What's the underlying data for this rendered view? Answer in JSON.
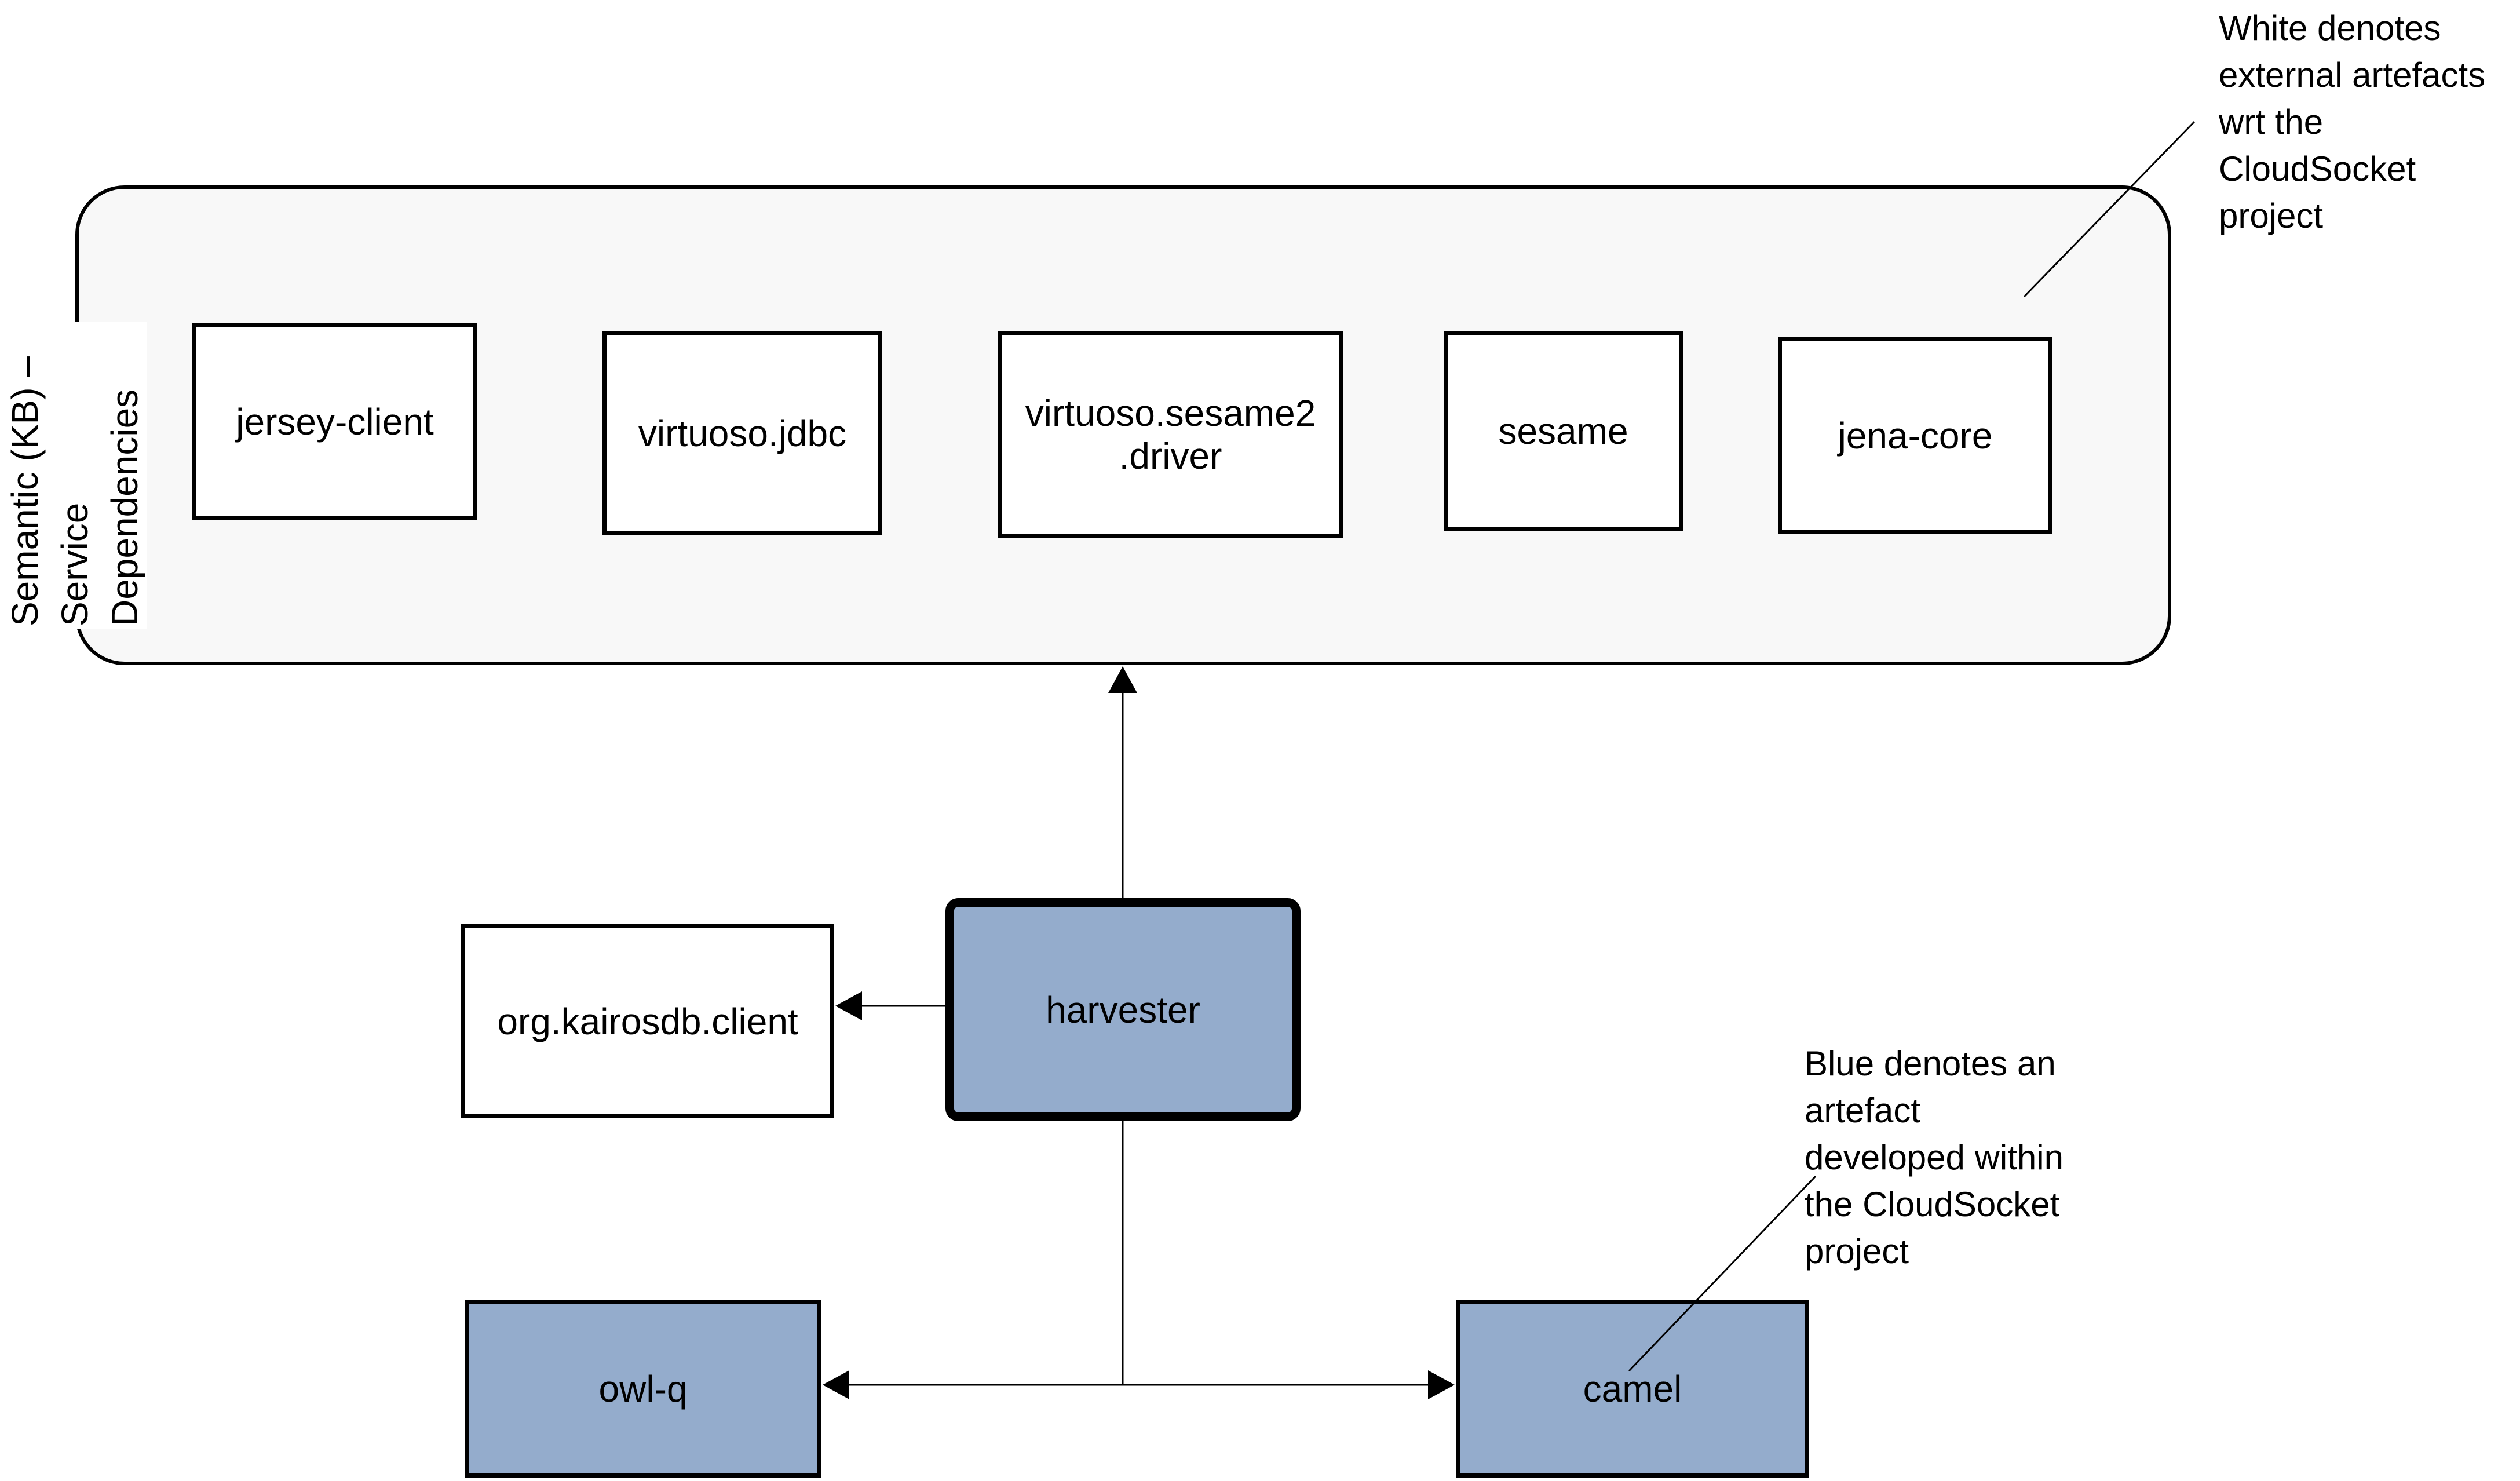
{
  "kb_group": {
    "title": "Semantic (KB) –\nService\nDependencies",
    "items": [
      {
        "label": "jersey-client"
      },
      {
        "label": "virtuoso.jdbc"
      },
      {
        "label": "virtuoso.sesame2\n.driver"
      },
      {
        "label": "sesame"
      },
      {
        "label": "jena-core"
      }
    ]
  },
  "nodes": {
    "harvester": {
      "label": "harvester"
    },
    "kairosdb": {
      "label": "org.kairosdb.client"
    },
    "owlq": {
      "label": "owl-q"
    },
    "camel": {
      "label": "camel"
    }
  },
  "annotations": {
    "white_note": "White denotes\nexternal artefacts\nwrt the\nCloudSocket\nproject",
    "blue_note": "Blue denotes an\nartefact\ndeveloped within\nthe CloudSocket\nproject"
  },
  "colors": {
    "artefact_blue": "#94ACCC",
    "group_fill": "#F8F8F8",
    "line": "#000000"
  }
}
